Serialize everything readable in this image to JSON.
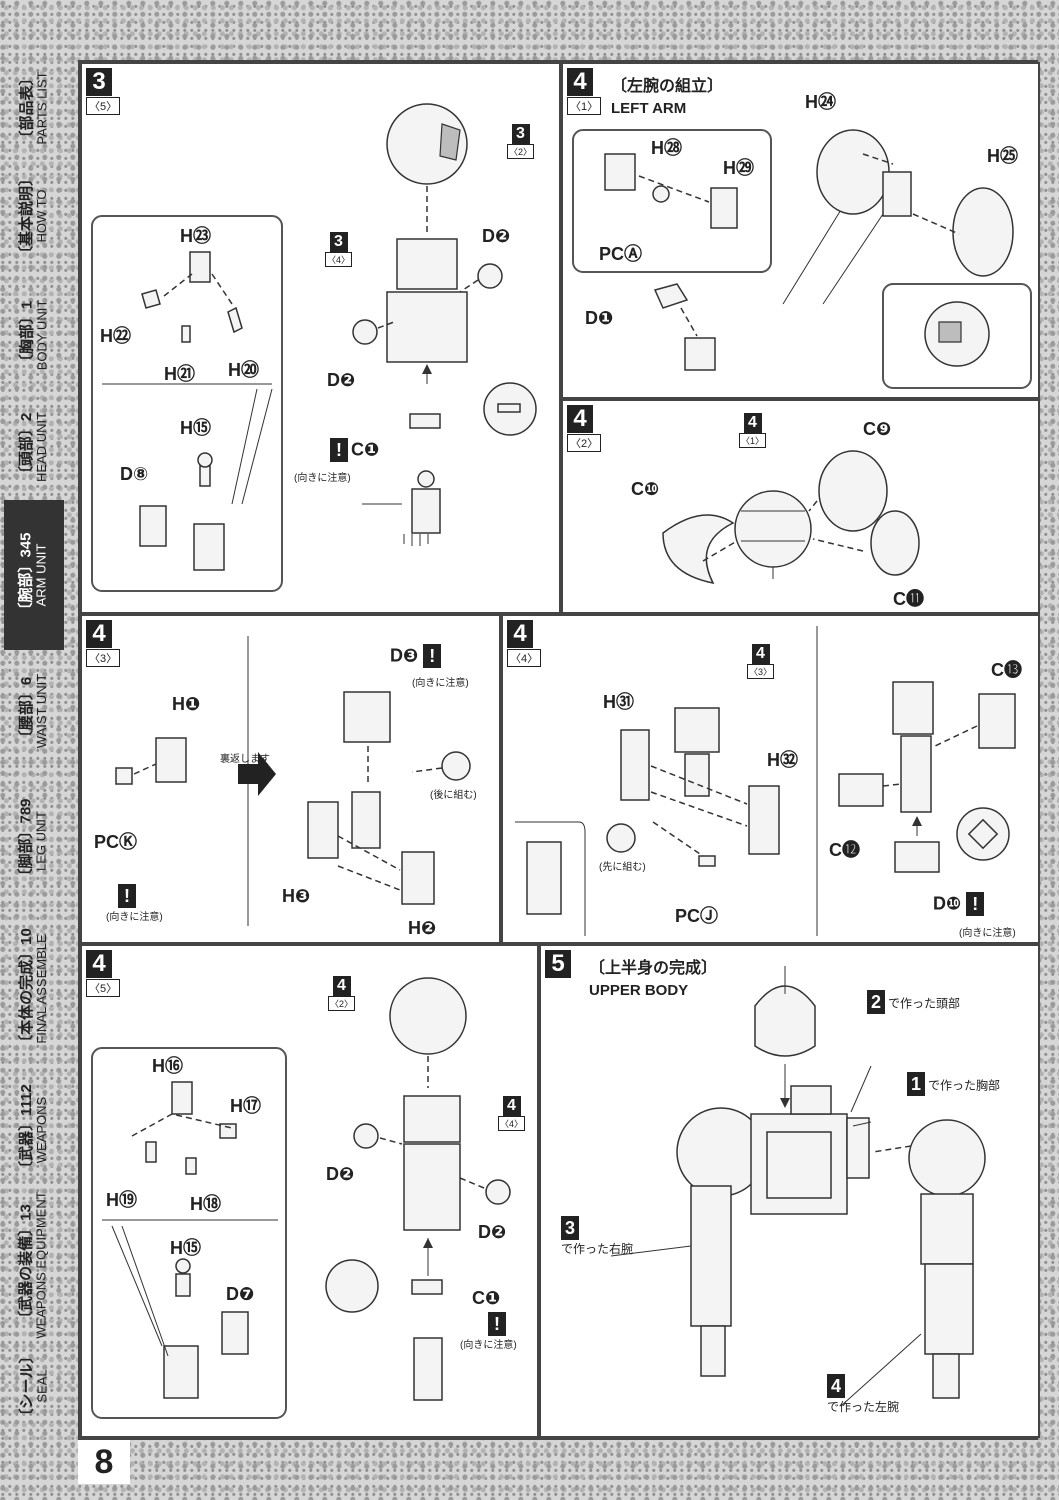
{
  "page_number": "8",
  "sidebar": {
    "tabs": [
      {
        "jp": "〔部品表〕",
        "en": "PARTS LIST",
        "active": false
      },
      {
        "jp": "〔基本説明〕",
        "en": "HOW TO",
        "active": false
      },
      {
        "jp": "〔胸部〕1",
        "en": "BODY UNIT",
        "active": false
      },
      {
        "jp": "〔頭部〕2",
        "en": "HEAD UNIT",
        "active": false
      },
      {
        "jp": "〔腕部〕345",
        "en": "ARM UNIT",
        "active": true
      },
      {
        "jp": "〔腰部〕6",
        "en": "WAIST UNIT",
        "active": false
      },
      {
        "jp": "〔脚部〕789",
        "en": "LEG UNIT",
        "active": false
      },
      {
        "jp": "〔本体の完成〕10",
        "en": "FINAL ASSEMBLE",
        "active": false
      },
      {
        "jp": "〔武器〕1112",
        "en": "WEAPONS",
        "active": false
      },
      {
        "jp": "〔武器の装備〕13",
        "en": "WEAPONS EQUIPMENT",
        "active": false
      },
      {
        "jp": "〔シール〕",
        "en": "SEAL",
        "active": false
      }
    ]
  },
  "notes": {
    "orientation": "(向きに注意)",
    "flip": "裏返します",
    "assemble_later": "(後に組む)",
    "assemble_first": "(先に組む)"
  },
  "panel_3_5": {
    "step": "3",
    "sub": "〈5〉",
    "ref_top": {
      "n": "3",
      "s": "〈2〉"
    },
    "ref_mid": {
      "n": "3",
      "s": "〈4〉"
    },
    "labels": [
      "H㉓",
      "H㉒",
      "H㉑",
      "H⑳",
      "H⑮",
      "D⑧",
      "D❷",
      "D❷",
      "C❶"
    ]
  },
  "panel_4_1": {
    "step": "4",
    "sub": "〈1〉",
    "title_jp": "〔左腕の組立〕",
    "title_en": "LEFT ARM",
    "labels": [
      "H㉘",
      "H㉙",
      "PCⒶ",
      "D❶",
      "H㉔",
      "H㉕"
    ]
  },
  "panel_4_2": {
    "step": "4",
    "sub": "〈2〉",
    "ref": {
      "n": "4",
      "s": "〈1〉"
    },
    "labels": [
      "C❾",
      "C❿",
      "C⓫"
    ]
  },
  "panel_4_3": {
    "step": "4",
    "sub": "〈3〉",
    "labels": [
      "H❶",
      "PCⓀ",
      "D❸",
      "H❸",
      "H❷"
    ]
  },
  "panel_4_4": {
    "step": "4",
    "sub": "〈4〉",
    "ref": {
      "n": "4",
      "s": "〈3〉"
    },
    "labels": [
      "H㉛",
      "H㉜",
      "PCⒿ",
      "C⓭",
      "C⓬",
      "D❿"
    ]
  },
  "panel_4_5": {
    "step": "4",
    "sub": "〈5〉",
    "ref_top": {
      "n": "4",
      "s": "〈2〉"
    },
    "ref_mid": {
      "n": "4",
      "s": "〈4〉"
    },
    "labels": [
      "H⑯",
      "H⑰",
      "H⑲",
      "H⑱",
      "H⑮",
      "D❼",
      "D❷",
      "D❷",
      "C❶"
    ]
  },
  "panel_5": {
    "step": "5",
    "title_jp": "〔上半身の完成〕",
    "title_en": "UPPER BODY",
    "callouts": [
      {
        "n": "2",
        "text": "で作った頭部"
      },
      {
        "n": "1",
        "text": "で作った胸部"
      },
      {
        "n": "3",
        "text": "で作った右腕"
      },
      {
        "n": "4",
        "text": "で作った左腕"
      }
    ]
  }
}
